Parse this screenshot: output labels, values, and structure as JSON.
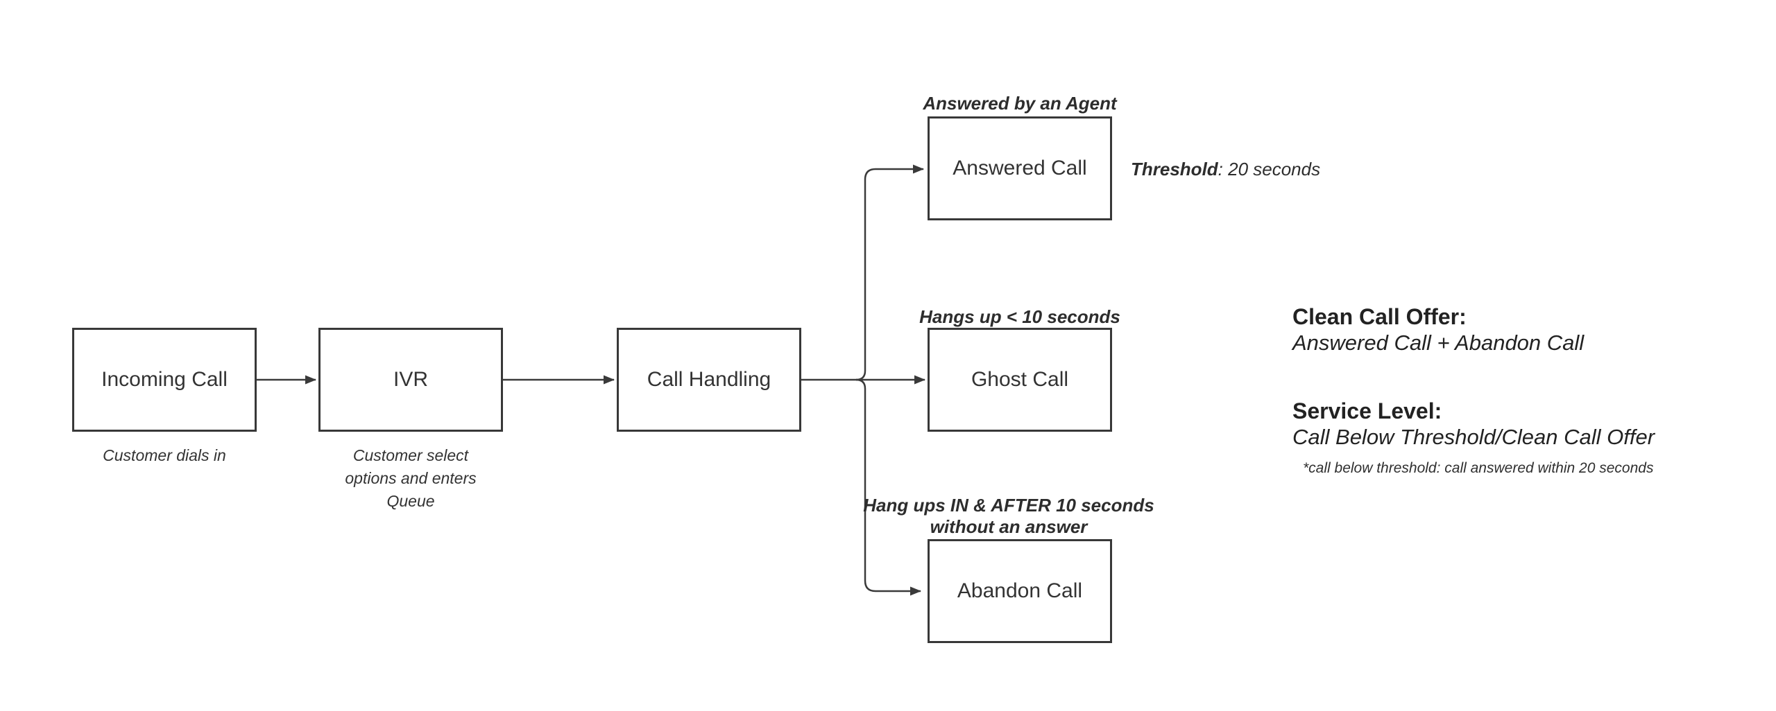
{
  "canvas": {
    "background": "#ffffff",
    "stroke_color": "#3a3a3a",
    "text_color": "#333333"
  },
  "flow": {
    "nodes": [
      {
        "label": "Incoming Call",
        "caption_lines": [
          "Customer dials in"
        ]
      },
      {
        "label": "IVR",
        "caption_lines": [
          "Customer select",
          "options and enters",
          "Queue"
        ]
      },
      {
        "label": "Call Handling"
      },
      {
        "label": "Answered Call",
        "annotation_lines": [
          "Answered by an Agent"
        ]
      },
      {
        "label": "Ghost Call",
        "annotation_lines": [
          "Hangs up < 10 seconds"
        ]
      },
      {
        "label": "Abandon Call",
        "annotation_lines": [
          "Hang ups IN & AFTER 10 seconds",
          "without an answer"
        ]
      }
    ],
    "threshold": {
      "term": "Threshold",
      "detail": ": 20 seconds"
    }
  },
  "legend": {
    "clean_call_offer": {
      "heading": "Clean Call Offer:",
      "value": "Answered Call + Abandon Call"
    },
    "service_level": {
      "heading": "Service Level:",
      "value": "Call Below Threshold/Clean Call Offer"
    },
    "footnote": "*call below threshold: call answered within 20 seconds"
  }
}
